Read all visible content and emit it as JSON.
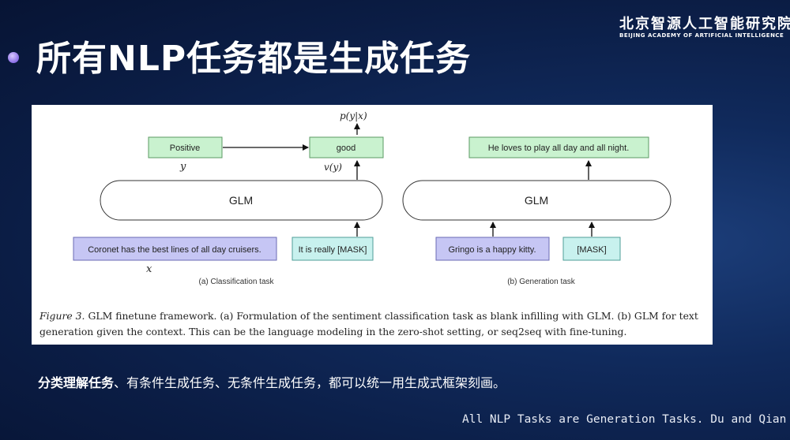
{
  "slide": {
    "title": "所有NLP任务都是生成任务",
    "logo_cn": "北京智源人工智能研究院",
    "logo_en": "BEIJING ACADEMY OF ARTIFICIAL INTELLIGENCE",
    "subtitle_bold": "分类理解任务",
    "subtitle_rest": "、有条件生成任务、无条件生成任务，都可以统一用生成式框架刻画。",
    "footer": "All NLP Tasks are Generation Tasks. Du and Qian e"
  },
  "figure": {
    "classification": {
      "positive_label": "Positive",
      "good_label": "good",
      "py_given_x": "p(y|x)",
      "y_symbol": "y",
      "vy_symbol": "v(y)",
      "glm_label": "GLM",
      "input_text": "Coronet has the best lines of all day cruisers.",
      "mask_text": "It is really [MASK]",
      "x_symbol": "x",
      "caption": "(a) Classification task"
    },
    "generation": {
      "output_text": "He loves to play all day and all night.",
      "glm_label": "GLM",
      "input_text": "Gringo is a happy kitty.",
      "mask_text": "[MASK]",
      "caption": "(b) Generation task"
    },
    "caption_label": "Figure 3.",
    "caption_text": " GLM finetune framework. (a) Formulation of the sentiment classification task as blank infilling with GLM. (b) GLM for text generation given the context. This can be the language modeling in the zero-shot setting, or seq2seq with fine-tuning."
  },
  "colors": {
    "green_box": "#c9f2cf",
    "green_border": "#5b9a63",
    "cyan_box": "#c8f1ee",
    "cyan_border": "#4f9e98",
    "purple_box": "#c6c6f4",
    "purple_border": "#6b6bb5",
    "background": "#0b1d45"
  }
}
